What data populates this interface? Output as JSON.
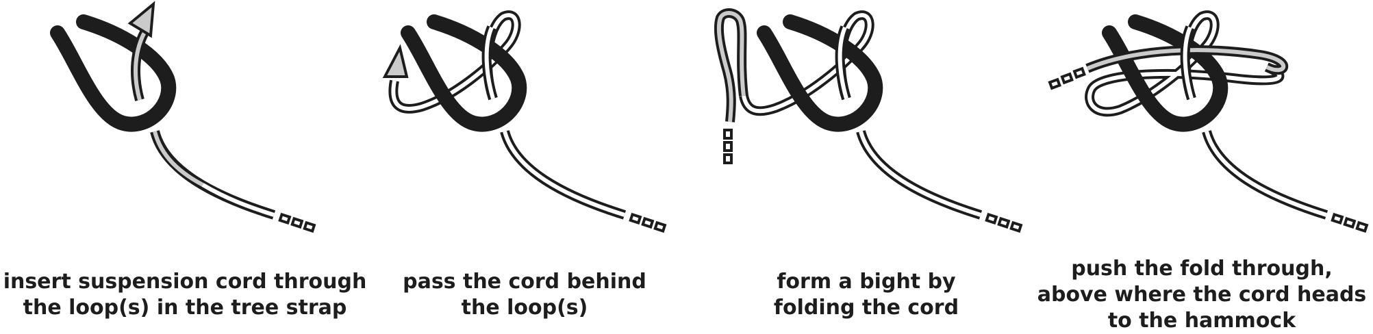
{
  "steps": [
    {
      "caption_lines": [
        "insert suspension cord through",
        "the loop(s) in the tree strap"
      ]
    },
    {
      "caption_lines": [
        "pass the cord behind",
        "the loop(s)"
      ]
    },
    {
      "caption_lines": [
        "form a bight by",
        "folding the cord"
      ]
    },
    {
      "caption_lines": [
        "push the fold through,",
        "above where the cord heads",
        "to the hammock"
      ]
    }
  ],
  "colors": {
    "strap": "#1d1d1d",
    "cord_outline": "#1d1d1d",
    "cord_fill": "#ffffff",
    "cord_working": "#cbcbcb",
    "background": "#ffffff"
  }
}
